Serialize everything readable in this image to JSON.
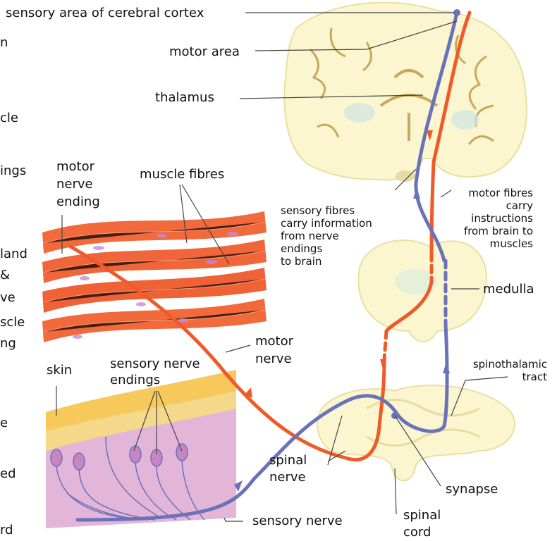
{
  "labels": {
    "sensory_area": "sensory area of cerebral cortex",
    "motor_area": "motor area",
    "thalamus": "thalamus",
    "motor_nerve_ending": "motor\nnerve\nending",
    "muscle_fibres": "muscle fibres",
    "sensory_fibres": "sensory fibres\ncarry information\nfrom nerve\nendings\nto brain",
    "motor_fibres": "motor fibres\ncarry\ninstructions\nfrom brain to\nmuscles",
    "medulla": "medulla",
    "motor_nerve": "motor\nnerve",
    "skin": "skin",
    "sensory_nerve_endings": "sensory nerve\nendings",
    "spinothalamic_tract": "spinothalamic\ntract",
    "spinal_nerve": "spinal\nnerve",
    "synapse": "synapse",
    "sensory_nerve": "sensory nerve",
    "spinal_cord": "spinal\ncord"
  },
  "left_edge_fragments": [
    "n",
    "cle",
    "ings",
    "land",
    "&",
    "ve",
    "scle",
    "ng",
    "e",
    "ed",
    "rd"
  ],
  "colors": {
    "motor_pathway": "#f05a28",
    "sensory_pathway": "#6a72b8",
    "brain_tissue": "#fbf6cf",
    "muscle": "#f26a3c",
    "skin_surface": "#f7c85a",
    "dermis": "#d99bc8"
  }
}
